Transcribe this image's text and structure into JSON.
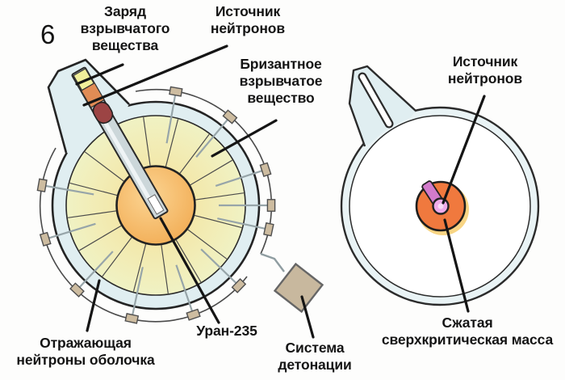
{
  "figure_number": "6",
  "left_diagram": {
    "labels": {
      "charge": "Заряд\nвзрывчатого\nвещества",
      "neutron_source": "Источник\nнейтронов",
      "high_explosive": "Бризантное\nвзрывчатое\nвещество",
      "reflector": "Отражающая\nнейтроны оболочка",
      "uranium": "Уран-235",
      "detonation_system": "Система\nдетонации"
    }
  },
  "right_diagram": {
    "labels": {
      "neutron_source": "Источник\nнейтронов",
      "compressed_mass": "Сжатая\nсверхкритическая масса"
    }
  },
  "colors": {
    "casing": "#e0eef1",
    "right_shell": "#e9f3f5",
    "explosive_inner": "#f5d38b",
    "explosive_mid": "#f3e8ab",
    "explosive_outer": "#f0f2c4",
    "uranium_light": "#fbd492",
    "uranium": "#f1a94f",
    "barrel_gray": "#ccd7da",
    "charge_yellow": "#f1ef9b",
    "bullet_orange": "#e18c55",
    "bullet_maroon": "#9c4444",
    "detonator_tan": "#cdbca0",
    "box_tan": "#c8b89e",
    "compressed_core_orange": "#f0793e",
    "neutron_rod_pink": "#d27bcb",
    "neutron_source_pink": "#efabea",
    "leader_line": "#151515"
  }
}
